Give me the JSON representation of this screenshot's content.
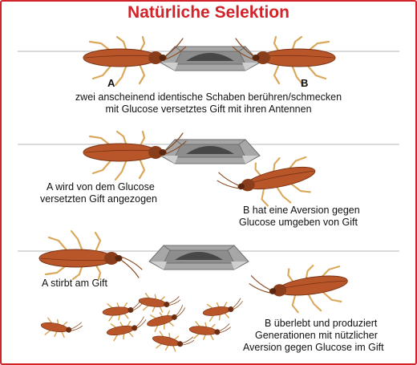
{
  "title": "Natürliche Selektion",
  "labels": {
    "a": "A",
    "b": "B"
  },
  "captions": {
    "c1_line1": "zwei anscheinend identische Schaben berühren/schmecken",
    "c1_line2": "mit Glucose versetztes Gift mit ihren Antennen",
    "c2_line1": "A wird von dem Glucose",
    "c2_line2": "versetzten Gift angezogen",
    "c3_line1": "B hat eine Aversion gegen",
    "c3_line2": "Glucose umgeben von Gift",
    "c4_line1": "A stirbt am Gift",
    "c5_line1": "B überlebt und produziert",
    "c5_line2": "Generationen mit nützlicher",
    "c5_line3": "Aversion gegen Glucose im Gift"
  },
  "colors": {
    "title": "#d2232a",
    "border": "#d2232a",
    "roach_body": "#b8562a",
    "roach_dark": "#7a3315",
    "roach_legs": "#d9a85b",
    "bait": "#a7a7a7",
    "bait_dark": "#6f6f6f",
    "line": "#b5b5b5"
  },
  "icons": [
    "cockroach-icon",
    "poison-bait-icon"
  ]
}
